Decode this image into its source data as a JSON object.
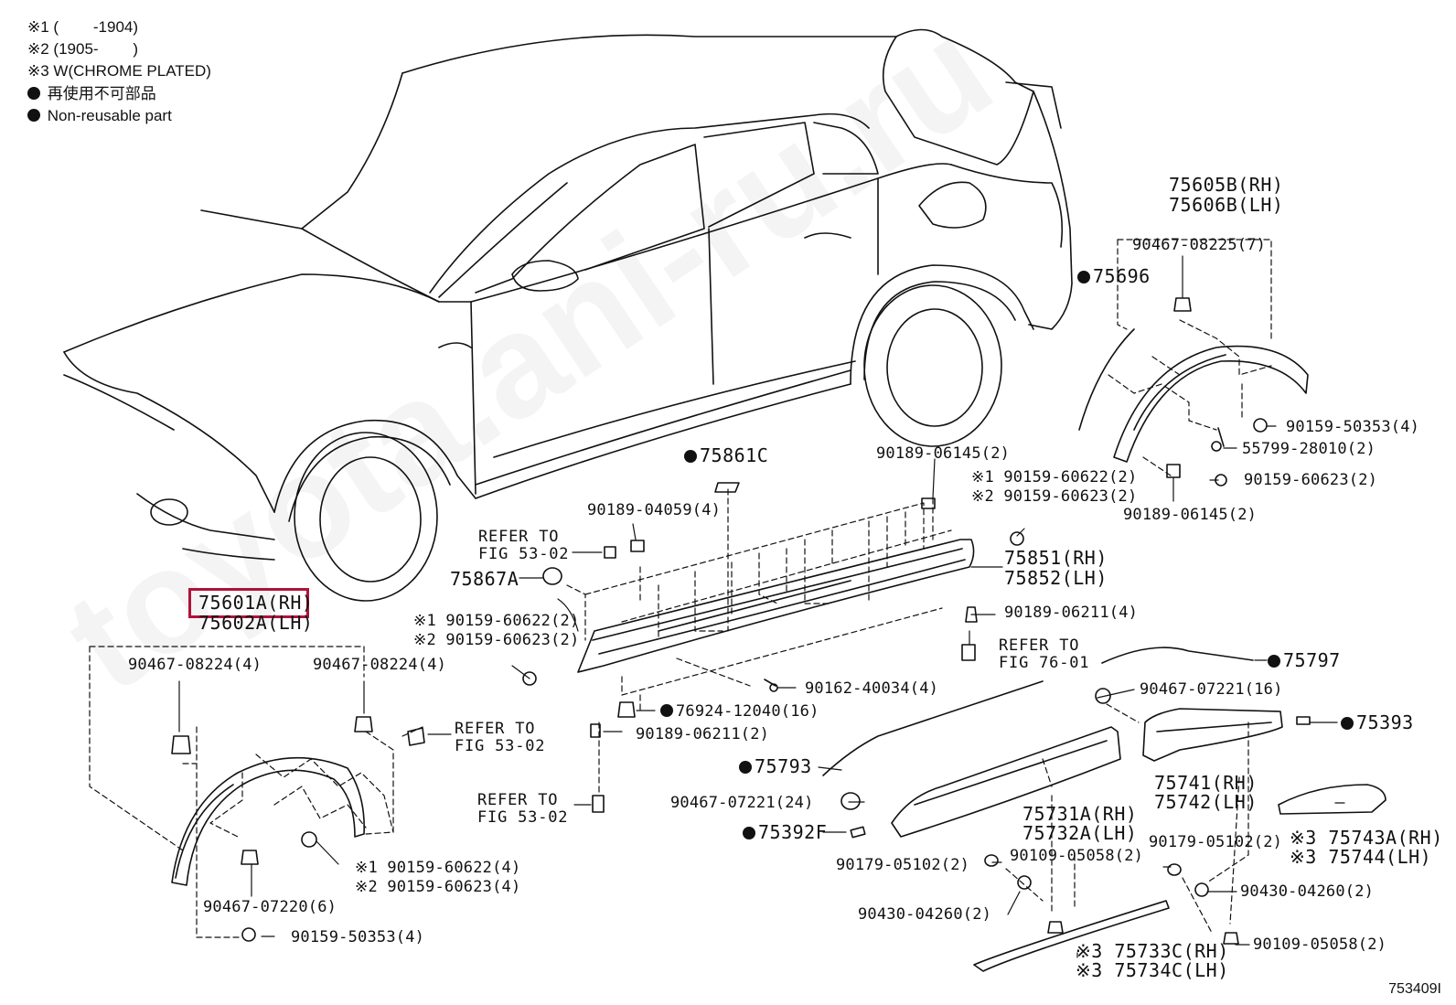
{
  "legend": {
    "note1": "※1 (        -1904)",
    "note2": "※2 (1905-        )",
    "note3": "※3 W(CHROME PLATED)",
    "nonreusable_jp": "再使用不可部品",
    "nonreusable_en": "Non-reusable part"
  },
  "watermark": "toyota.ani-ru.ru",
  "figure_number": "753409I",
  "labels": {
    "p75605b": "75605B(RH)",
    "p75606b": "75606B(LH)",
    "p90467_08225": "90467-08225(7)",
    "p75696": "75696",
    "p90159_50353_r": "90159-50353(4)",
    "p55799": "55799-28010(2)",
    "p90159_60623_r": "90159-60623(2)",
    "p90189_06145_r": "90189-06145(2)",
    "p75861c": "75861C",
    "p90189_06145_t": "90189-06145(2)",
    "p90159_60622_t": "※1 90159-60622(2)",
    "p90159_60623_t": "※2 90159-60623(2)",
    "p90189_04059": "90189-04059(4)",
    "refer_a": "REFER TO\nFIG 53-02",
    "p75851": "75851(RH)",
    "p75852": "75852(LH)",
    "p75867a": "75867A",
    "p90189_06211_r": "90189-06211(4)",
    "refer_b": "REFER TO\nFIG 76-01",
    "p75601a": "75601A(RH)",
    "p75602a": "75602A(LH)",
    "p90159_60622_l": "※1 90159-60622(2)",
    "p90159_60623_l": "※2 90159-60623(2)",
    "p75797": "75797",
    "p90467_08224_a": "90467-08224(4)",
    "p90467_08224_b": "90467-08224(4)",
    "p90162": "90162-40034(4)",
    "p90467_07221_16": "90467-07221(16)",
    "p76924": "76924-12040(16)",
    "refer_c": "REFER TO\nFIG 53-02",
    "p90189_06211_l": "90189-06211(2)",
    "p75393": "75393",
    "p75793": "75793",
    "p75741": "75741(RH)",
    "p75742": "75742(LH)",
    "refer_d": "REFER TO\nFIG 53-02",
    "p90467_07221_24": "90467-07221(24)",
    "p75731a": "75731A(RH)",
    "p75732a": "75732A(LH)",
    "p75392f": "75392F",
    "p90179_05102_r": "90179-05102(2)",
    "p75743a": "※3 75743A(RH)",
    "p75744": "※3 75744(LH)",
    "p90159_60622_b": "※1 90159-60622(4)",
    "p90159_60623_b": "※2 90159-60623(4)",
    "p90109_05058_l": "90109-05058(2)",
    "p90179_05102_l": "90179-05102(2)",
    "p90430_04260_r": "90430-04260(2)",
    "p90467_07220": "90467-07220(6)",
    "p90430_04260_l": "90430-04260(2)",
    "p90109_05058_r": "90109-05058(2)",
    "p90159_50353_l": "90159-50353(4)",
    "p75733c": "※3 75733C(RH)",
    "p75734c": "※3 75734C(LH)"
  }
}
